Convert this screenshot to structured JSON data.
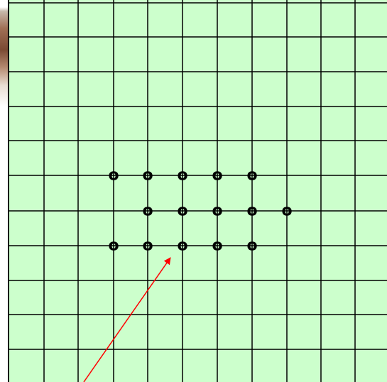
{
  "board": {
    "background_color": "#ccffcc",
    "line_color": "#000000",
    "columns": 11,
    "rows": 11,
    "piece_symbol": "o",
    "pieces": [
      {
        "col": 3,
        "row": 5
      },
      {
        "col": 4,
        "row": 5
      },
      {
        "col": 5,
        "row": 5
      },
      {
        "col": 6,
        "row": 5
      },
      {
        "col": 7,
        "row": 5
      },
      {
        "col": 4,
        "row": 6
      },
      {
        "col": 5,
        "row": 6
      },
      {
        "col": 6,
        "row": 6
      },
      {
        "col": 7,
        "row": 6
      },
      {
        "col": 8,
        "row": 6
      },
      {
        "col": 3,
        "row": 7
      },
      {
        "col": 4,
        "row": 7
      },
      {
        "col": 5,
        "row": 7
      },
      {
        "col": 6,
        "row": 7
      },
      {
        "col": 7,
        "row": 7
      }
    ]
  },
  "annotation": {
    "arrow_color": "#ff0000",
    "points_to": {
      "col": 5,
      "row": 7
    }
  }
}
